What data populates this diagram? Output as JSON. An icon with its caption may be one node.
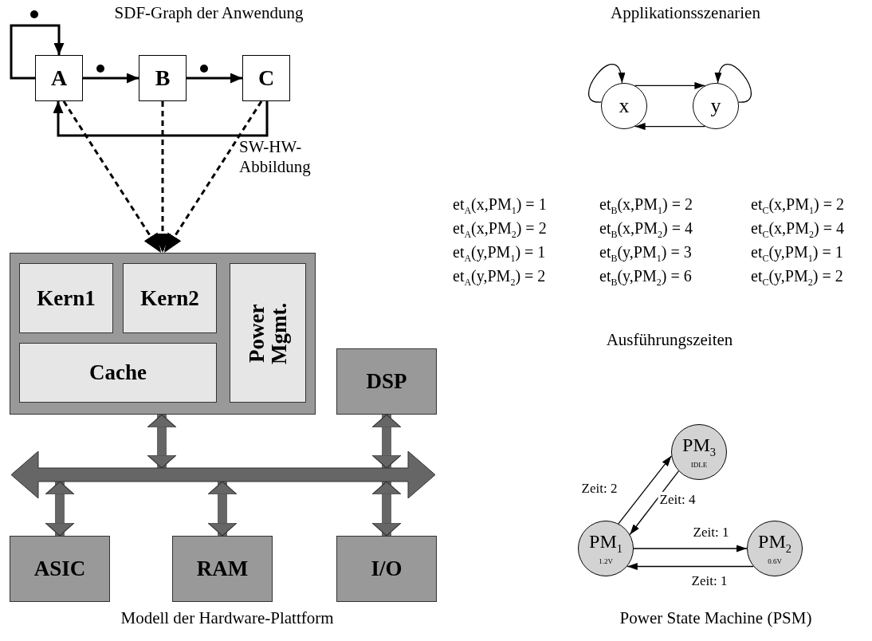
{
  "diagram": {
    "nodes": [
      {
        "text": [
          "A"
        ]
      },
      {
        "text": [
          "B"
        ]
      },
      {
        "text": [
          "C"
        ]
      },
      {
        "text": [],
        "shape": "box"
      },
      {
        "text": [
          "Kern1"
        ],
        "in": 3
      },
      {
        "text": [
          "Kern2"
        ],
        "in": 3
      },
      {
        "text": [
          "Power Mgmt."
        ],
        "in": 3
      },
      {
        "text": [
          "Cache"
        ],
        "in": 3
      },
      {
        "text": [
          "DSP"
        ]
      },
      {
        "text": [],
        "shape": "bar"
      },
      {
        "text": [
          "ASIC"
        ]
      },
      {
        "text": [
          "RAM"
        ]
      },
      {
        "text": [
          "I/O"
        ]
      },
      {
        "text": [
          "x"
        ]
      },
      {
        "text": [
          "y"
        ]
      },
      {
        "text": [
          "PM$_{3}$",
          "IDLE"
        ]
      },
      {
        "text": [
          "PM$_{1}$",
          "1.2V"
        ]
      },
      {
        "text": [
          "PM$_{2}$",
          "0.6V"
        ]
      }
    ],
    "edges": [
      {
        "from": 0,
        "to": 0,
        "arrow": "to"
      },
      {
        "from": 0,
        "to": 1,
        "arrow": "to"
      },
      {
        "from": 1,
        "to": 2,
        "arrow": "to"
      },
      {
        "from": 2,
        "to": 0,
        "arrow": "to"
      },
      {
        "from": 0,
        "to": 3,
        "arrow": "to",
        "style": "dashed"
      },
      {
        "from": 1,
        "to": 3,
        "arrow": "to",
        "style": "dashed"
      },
      {
        "from": 2,
        "to": 3,
        "arrow": "to",
        "style": "dashed"
      },
      {
        "from": 3,
        "to": 9,
        "arrow": "both",
        "style": "thick",
        "color": "#666666"
      },
      {
        "from": 8,
        "to": 9,
        "arrow": "both",
        "style": "thick",
        "color": "#666666"
      },
      {
        "from": 9,
        "to": 10,
        "arrow": "both",
        "style": "thick",
        "color": "#666666"
      },
      {
        "from": 9,
        "to": 11,
        "arrow": "both",
        "style": "thick",
        "color": "#666666"
      },
      {
        "from": 9,
        "to": 12,
        "arrow": "both",
        "style": "thick",
        "color": "#666666"
      },
      {
        "from": 13,
        "to": 13,
        "arrow": "to"
      },
      {
        "from": 13,
        "to": 14,
        "arrow": "to"
      },
      {
        "from": 14,
        "to": 13,
        "arrow": "to"
      },
      {
        "from": 14,
        "to": 14,
        "arrow": "to"
      },
      {
        "from": 16,
        "to": 15,
        "arrow": "to",
        "label": "Zeit: 2"
      },
      {
        "from": 15,
        "to": 16,
        "arrow": "to",
        "label": "Zeit: 4"
      },
      {
        "from": 16,
        "to": 17,
        "arrow": "to",
        "label": "Zeit: 1"
      },
      {
        "from": 17,
        "to": 16,
        "arrow": "to",
        "label": "Zeit: 1"
      }
    ],
    "labels": [
      "SDF-Graph der Anwendung",
      "Applikationsszenarien",
      "SW-HW-Abbildung",
      "et$_{A}$(x,PM$_{1}$) = 1",
      "et$_{B}$(x,PM$_{1}$) = 2",
      "et$_{C}$(x,PM$_{1}$) = 2",
      "et$_{A}$(x,PM$_{2}$) = 2",
      "et$_{B}$(x,PM$_{2}$) = 4",
      "et$_{C}$(x,PM$_{2}$) = 4",
      "et$_{A}$(y,PM$_{1}$) = 1",
      "et$_{B}$(y,PM$_{1}$) = 3",
      "et$_{C}$(y,PM$_{1}$) = 1",
      "et$_{A}$(y,PM$_{2}$) = 2",
      "et$_{B}$(y,PM$_{2}$) = 6",
      "et$_{C}$(y,PM$_{2}$) = 2",
      "Ausführungszeiten",
      "Modell der Hardware-Plattform",
      "Power State Machine (PSM)"
    ]
  }
}
